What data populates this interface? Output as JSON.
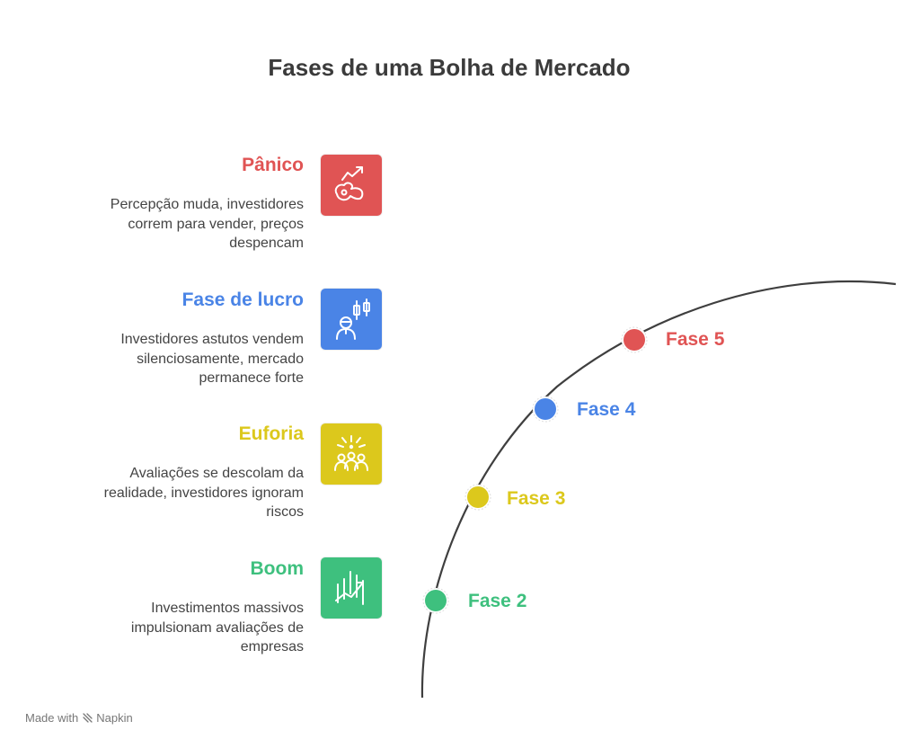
{
  "title": "Fases de uma Bolha de Mercado",
  "phases": [
    {
      "name": "Pânico",
      "description_lines": [
        "Percepção muda, investidores",
        "correm para vender, preços",
        "despencam"
      ],
      "color": "#e05454",
      "icon": "market-crash-chart-icon"
    },
    {
      "name": "Fase de lucro",
      "description_lines": [
        "Investidores astutos vendem",
        "silenciosamente, mercado",
        "permanece forte"
      ],
      "color": "#4a84e6",
      "icon": "investor-candlestick-icon"
    },
    {
      "name": "Euforia",
      "description_lines": [
        "Avaliações se descolam da",
        "realidade, investidores ignoram",
        "riscos"
      ],
      "color": "#dcc81c",
      "icon": "celebrating-crowd-icon"
    },
    {
      "name": "Boom",
      "description_lines": [
        "Investimentos massivos",
        "impulsionam avaliações de",
        "empresas"
      ],
      "color": "#3ec07e",
      "icon": "rising-bar-chart-icon"
    }
  ],
  "curve_markers": [
    {
      "label": "Fase 5",
      "color": "#e05454"
    },
    {
      "label": "Fase 4",
      "color": "#4a84e6"
    },
    {
      "label": "Fase 3",
      "color": "#dcc81c"
    },
    {
      "label": "Fase 2",
      "color": "#3ec07e"
    }
  ],
  "footer": {
    "prefix": "Made with",
    "brand": "Napkin",
    "icon": "napkin-logo-icon"
  }
}
